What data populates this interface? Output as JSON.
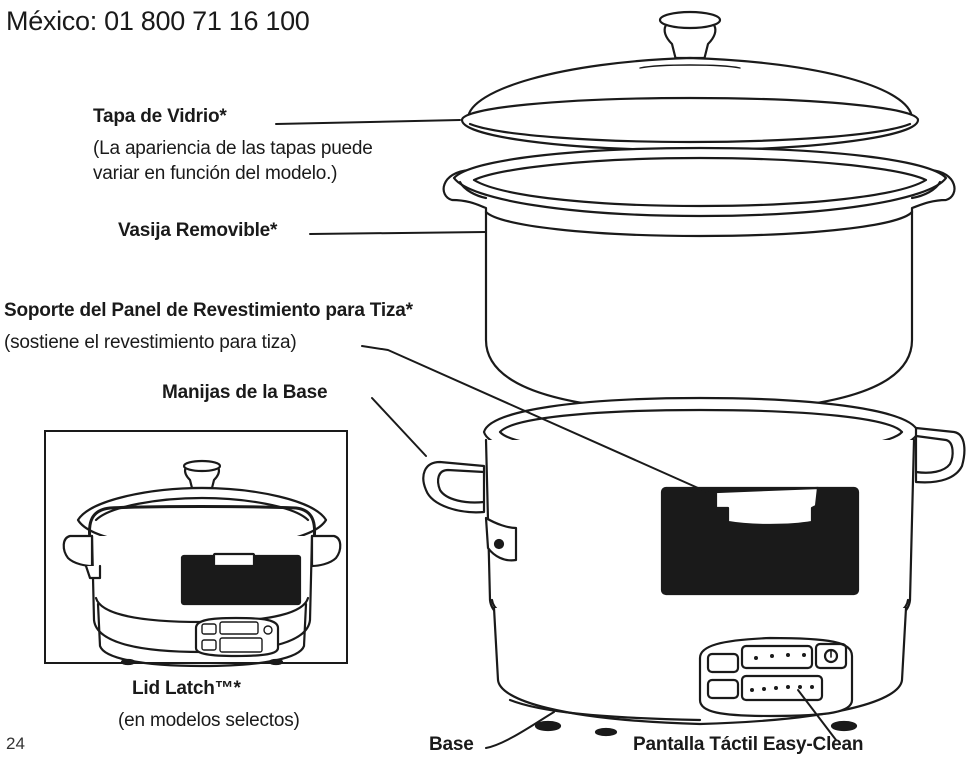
{
  "header": {
    "phone": "México: 01 800 71 16 100"
  },
  "labels": {
    "glass_lid": "Tapa de Vidrio*",
    "glass_lid_note_1": "(La apariencia de las tapas puede",
    "glass_lid_note_2": "variar en función del modelo.)",
    "removable_crock": "Vasija Removible*",
    "chalkboard_holder": "Soporte del Panel de Revestimiento para Tiza*",
    "chalkboard_holder_note": "(sostiene el revestimiento para tiza)",
    "base_handles": "Manijas de la Base",
    "lid_latch": "Lid Latch™*",
    "lid_latch_note": "(en modelos selectos)",
    "base": "Base",
    "touchpad": "Pantalla Táctil Easy-Clean"
  },
  "footer": {
    "page_number": "24"
  }
}
